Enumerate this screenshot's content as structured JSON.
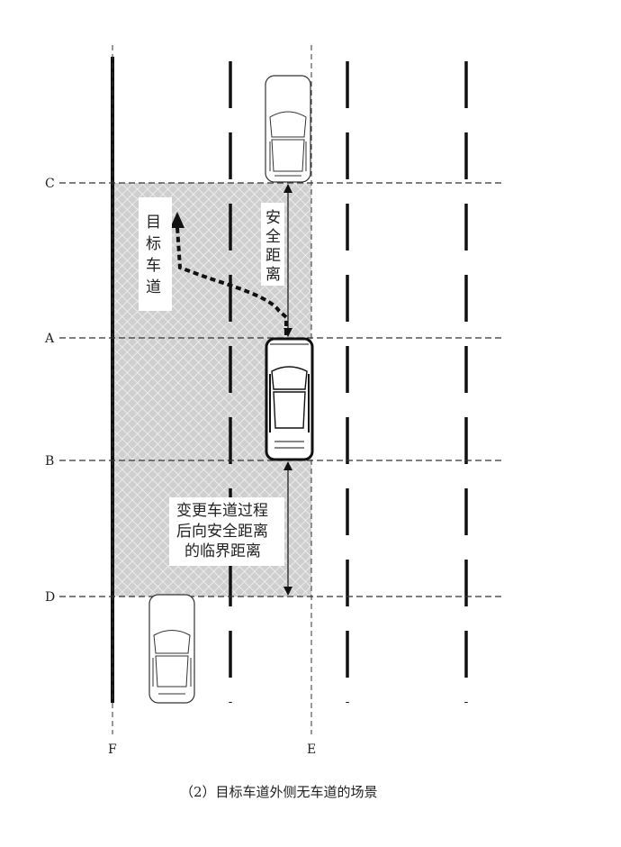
{
  "line_labels": {
    "c": "C",
    "a": "A",
    "b": "B",
    "d": "D",
    "f": "F",
    "e": "E"
  },
  "target_lane_text": [
    "目",
    "标",
    "车",
    "道"
  ],
  "safe_distance_text": [
    "安",
    "全",
    "距",
    "离"
  ],
  "critical_distance_text": [
    "变更车道过程",
    "后向安全距离",
    "的临界距离"
  ],
  "caption": "（2）目标车道外侧无车道的场景",
  "colors": {
    "zone_fill": "#d4d4d4",
    "line": "#111111",
    "car_stroke": "#222222"
  }
}
